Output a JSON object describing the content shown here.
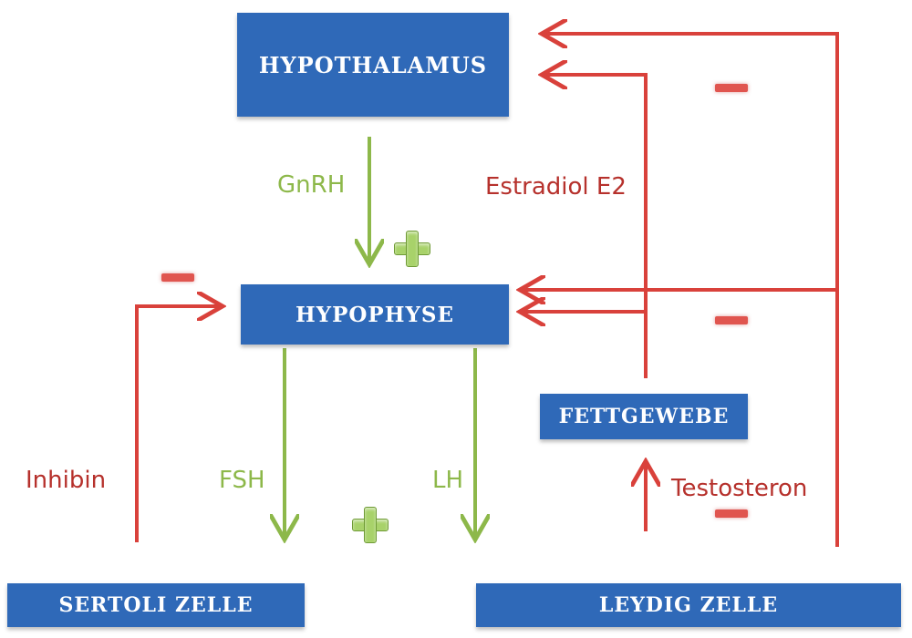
{
  "nodes": {
    "hypothalamus": "HYPOTHALAMUS",
    "hypophyse": "HYPOPHYSE",
    "fettgewebe": "FETTGEWEBE",
    "sertoli": "SERTOLI ZELLE",
    "leydig": "LEYDIG ZELLE"
  },
  "labels": {
    "gnrh": "GnRH",
    "fsh": "FSH",
    "lh": "LH",
    "inhibin": "Inhibin",
    "estradiol": "Estradiol E2",
    "testosteron": "Testosteron"
  },
  "colors": {
    "box": "#2f69b8",
    "stimulate": "#8db84a",
    "inhibit": "#d9413b"
  }
}
